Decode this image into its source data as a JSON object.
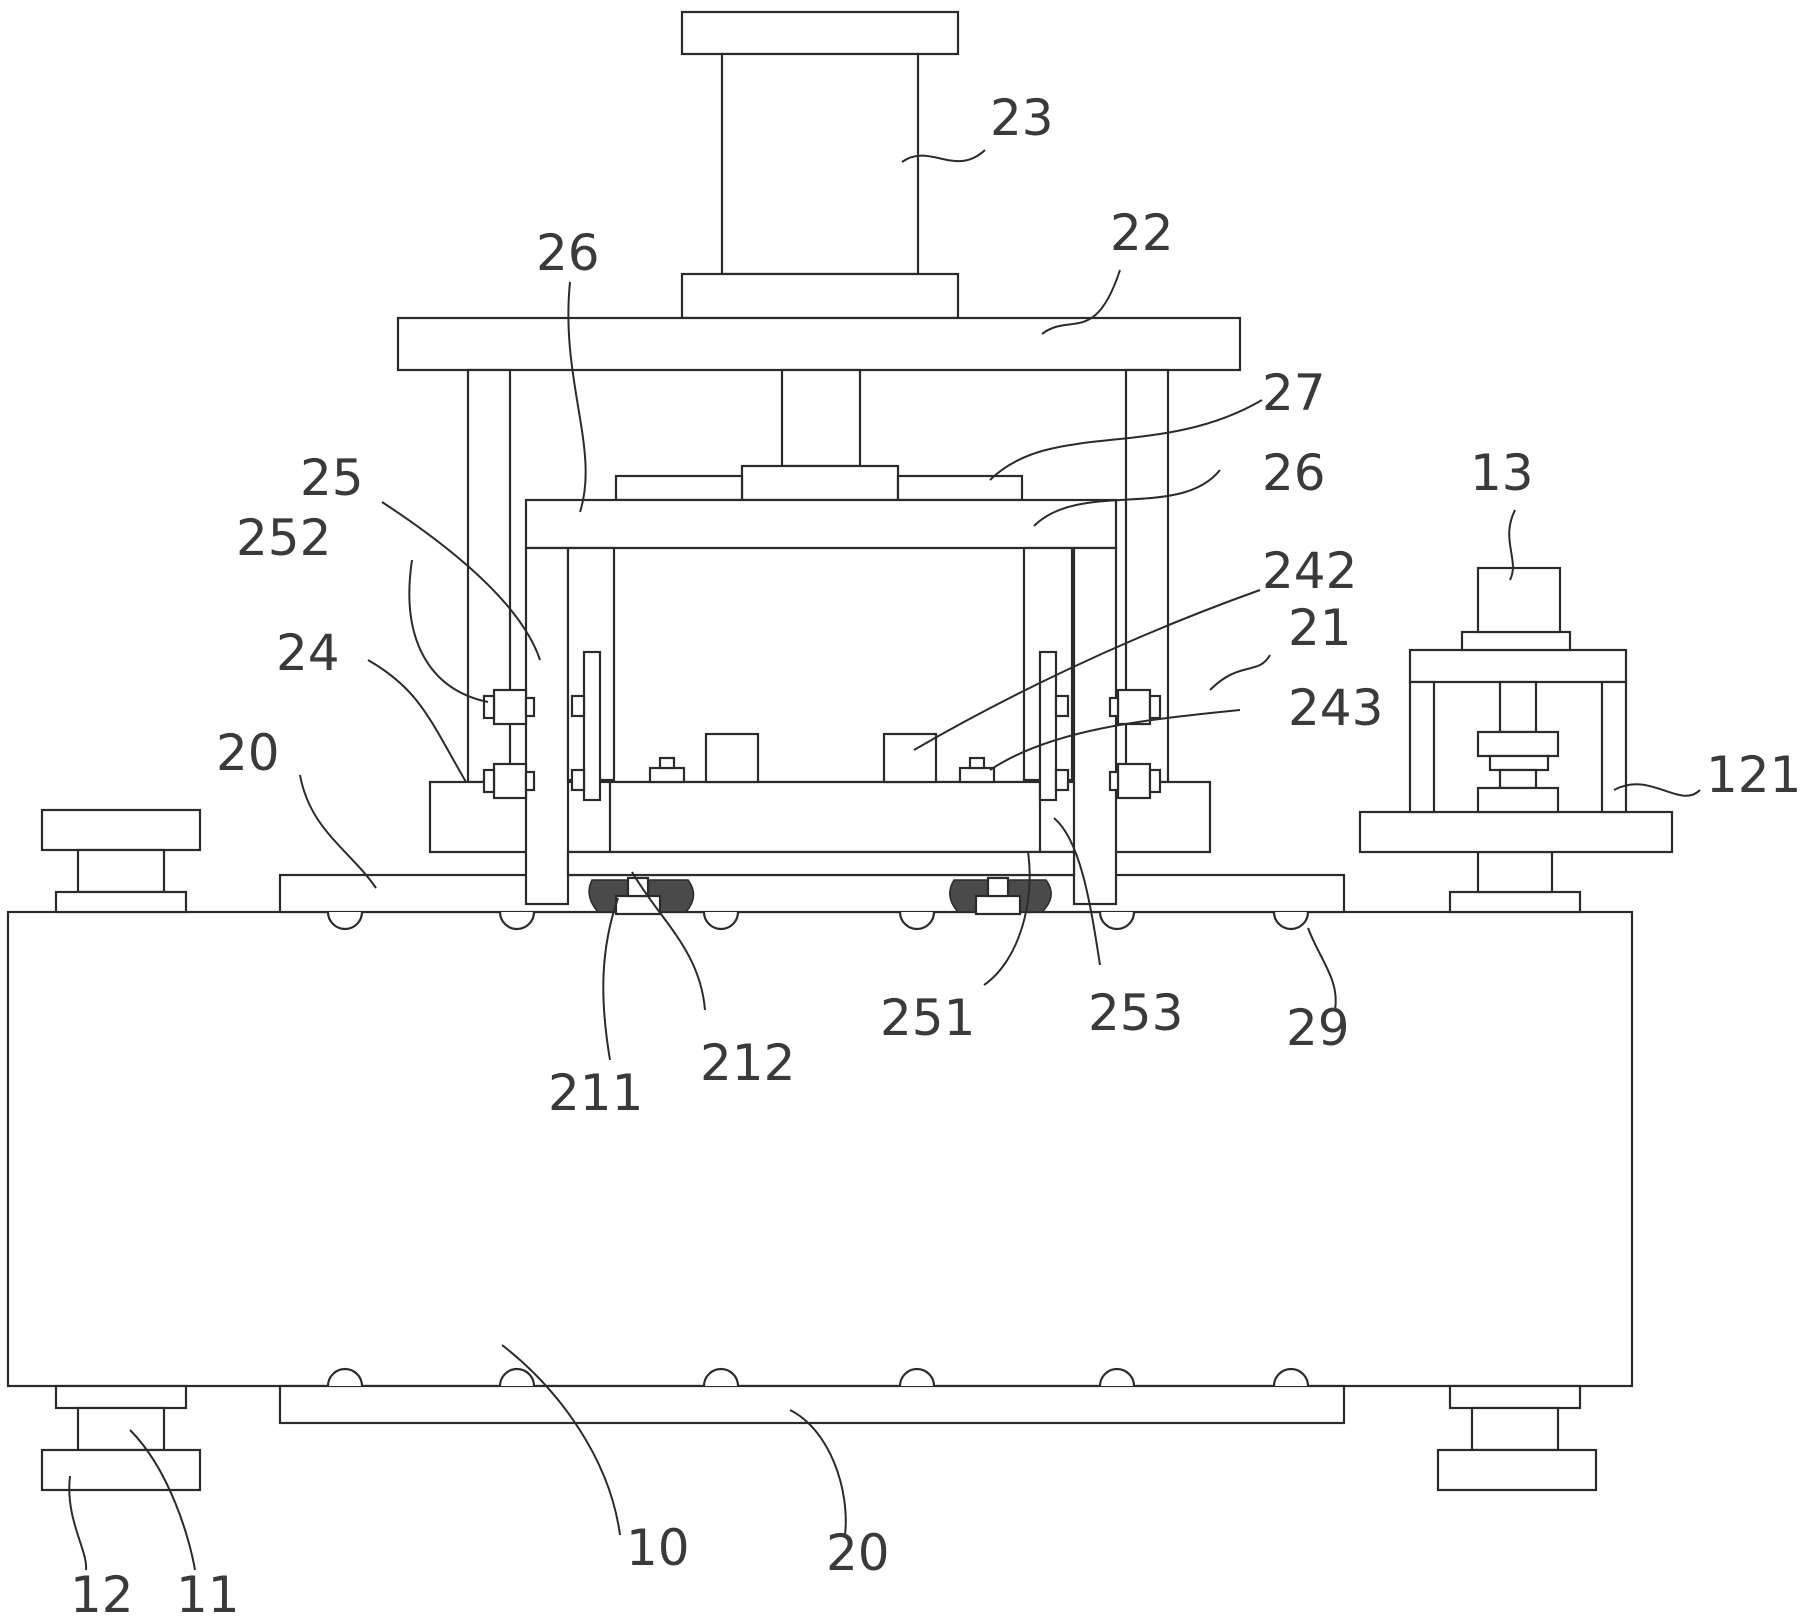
{
  "labels": {
    "l23": "23",
    "l22": "22",
    "l26a": "26",
    "l27": "27",
    "l26b": "26",
    "l25": "25",
    "l252": "252",
    "l242": "242",
    "l13": "13",
    "l21": "21",
    "l24": "24",
    "l243": "243",
    "l121": "121",
    "l20a": "20",
    "l251": "251",
    "l253": "253",
    "l29": "29",
    "l211": "211",
    "l212": "212",
    "l10": "10",
    "l20b": "20",
    "l12": "12",
    "l11": "11"
  }
}
